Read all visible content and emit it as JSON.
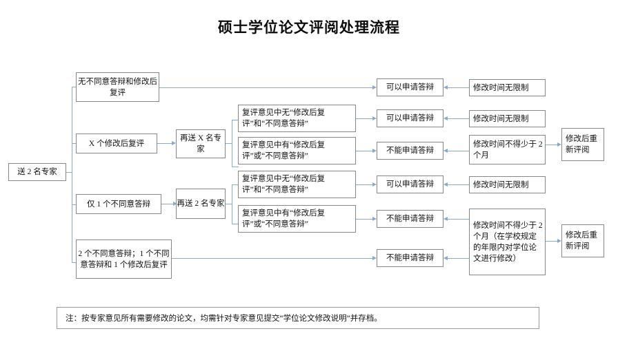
{
  "title": "硕士学位论文评阅处理流程",
  "colors": {
    "connector": "#89a8ce",
    "box_border": "#868686",
    "text": "#111111",
    "background": "#ffffff"
  },
  "nodes": {
    "start": "送 2 名专家",
    "branch1": "无不同意答辩和修改后复评",
    "branch2": "X 个修改后复评",
    "branch3": "仅 1 个不同意答辩",
    "branch4": "2 个不同意答辩；1 个不同意答辩和 1 个修改后复评",
    "resend_x": "再送 X 名专家",
    "resend_2": "再送 2 名专家",
    "review_no_1": "复评意见中无“修改后复评”和“不同意答辩”",
    "review_yes_1": "复评意见中有“修改后复评”或“不同意答辩”",
    "review_no_2": "复评意见中无“修改后复评”和“不同意答辩”",
    "review_yes_2": "复评意见中有“修改后复评”或“不同意答辩”",
    "result_allow_1": "可以申请答辩",
    "result_allow_2": "可以申请答辩",
    "result_deny_1": "不能申请答辩",
    "result_allow_3": "可以申请答辩",
    "result_deny_2": "不能申请答辩",
    "result_deny_3": "不能申请答辩",
    "time_unlimited_1": "修改时间无限制",
    "time_unlimited_2": "修改时间无限制",
    "time_min2months_1": "修改时间不得少于 2 个月",
    "time_unlimited_3": "修改时间无限制",
    "time_min2months_2": "修改时间不得少于 2 个月（在学校规定的年限内对学位论文进行修改）",
    "revise_reeval_1": "修改后重新评阅",
    "revise_reeval_2": "修改后重新评阅"
  },
  "note": "注：按专家意见所有需要修改的论文，均需针对专家意见提交“学位论文修改说明”并存档。",
  "chart_data": {
    "type": "diagram",
    "title": "硕士学位论文评阅处理流程",
    "flow": [
      {
        "from": "送 2 名专家",
        "to": "无不同意答辩和修改后复评"
      },
      {
        "from": "送 2 名专家",
        "to": "X 个修改后复评"
      },
      {
        "from": "送 2 名专家",
        "to": "仅 1 个不同意答辩"
      },
      {
        "from": "送 2 名专家",
        "to": "2 个不同意答辩；1 个不同意答辩和 1 个修改后复评"
      },
      {
        "from": "无不同意答辩和修改后复评",
        "to": "可以申请答辩"
      },
      {
        "from": "X 个修改后复评",
        "to": "再送 X 名专家"
      },
      {
        "from": "再送 X 名专家",
        "to": "复评意见中无“修改后复评”和“不同意答辩”"
      },
      {
        "from": "再送 X 名专家",
        "to": "复评意见中有“修改后复评”或“不同意答辩”"
      },
      {
        "from": "仅 1 个不同意答辩",
        "to": "再送 2 名专家"
      },
      {
        "from": "再送 2 名专家",
        "to": "复评意见中无“修改后复评”和“不同意答辩”"
      },
      {
        "from": "再送 2 名专家",
        "to": "复评意见中有“修改后复评”或“不同意答辩”"
      },
      {
        "from": "2 个不同意答辩；1 个不同意答辩和 1 个修改后复评",
        "to": "不能申请答辩"
      },
      {
        "from": "修改时间无限制",
        "to": "可以申请答辩"
      },
      {
        "from": "修改时间不得少于 2 个月",
        "to": "不能申请答辩"
      },
      {
        "from": "修改时间不得少于 2 个月",
        "to": "修改后重新评阅"
      },
      {
        "from": "修改时间不得少于 2 个月（在学校规定的年限内对学位论文进行修改）",
        "to": "修改后重新评阅"
      }
    ]
  }
}
